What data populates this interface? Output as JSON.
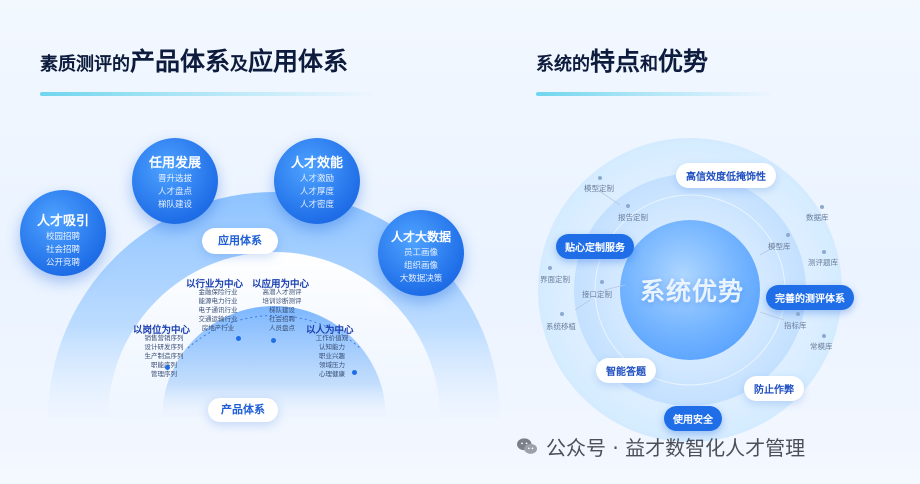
{
  "left": {
    "title": {
      "part1": "素质测评的",
      "part2": "产品体系",
      "part3": "及",
      "part4": "应用体系"
    },
    "nodes": [
      {
        "title": "人才吸引",
        "items": [
          "校园招聘",
          "社会招聘",
          "公开竞聘"
        ]
      },
      {
        "title": "任用发展",
        "items": [
          "晋升选拔",
          "人才盘点",
          "梯队建设"
        ]
      },
      {
        "title": "人才效能",
        "items": [
          "人才激励",
          "人才厚度",
          "人才密度"
        ]
      },
      {
        "title": "人才大数据",
        "items": [
          "员工画像",
          "组织画像",
          "大数据决策"
        ]
      }
    ],
    "app_pill": "应用体系",
    "product_pill": "产品体系",
    "categories": [
      {
        "title": "以岗位为中心",
        "items": [
          "销售营销序列",
          "设计研发序列",
          "生产制造序列",
          "职能序列",
          "管理序列"
        ]
      },
      {
        "title": "以行业为中心",
        "items": [
          "金融保险行业",
          "能源电力行业",
          "电子通讯行业",
          "交通运输行业",
          "房地产行业"
        ]
      },
      {
        "title": "以应用为中心",
        "items": [
          "高潜人才测评",
          "培训诊断测评",
          "梯队建设",
          "社会招聘",
          "人员盘点"
        ]
      },
      {
        "title": "以人为中心",
        "items": [
          "工作价值观",
          "认知能力",
          "职业兴趣",
          "领域压力",
          "心理健康"
        ]
      }
    ]
  },
  "right": {
    "title": {
      "part1": "系统的",
      "part2": "特点",
      "part3": "和",
      "part4": "优势"
    },
    "center": "系统优势",
    "features_blue": [
      "贴心定制服务",
      "完善的测评体系",
      "使用安全"
    ],
    "features_white": [
      "高信效度低掩饰性",
      "智能答题",
      "防止作弊"
    ],
    "tags": [
      "模型定制",
      "报告定制",
      "界面定制",
      "接口定制",
      "系统移植",
      "数据库",
      "模型库",
      "测评题库",
      "指标库",
      "常模库"
    ]
  },
  "watermark": "公众号 · 益才数智化人才管理"
}
